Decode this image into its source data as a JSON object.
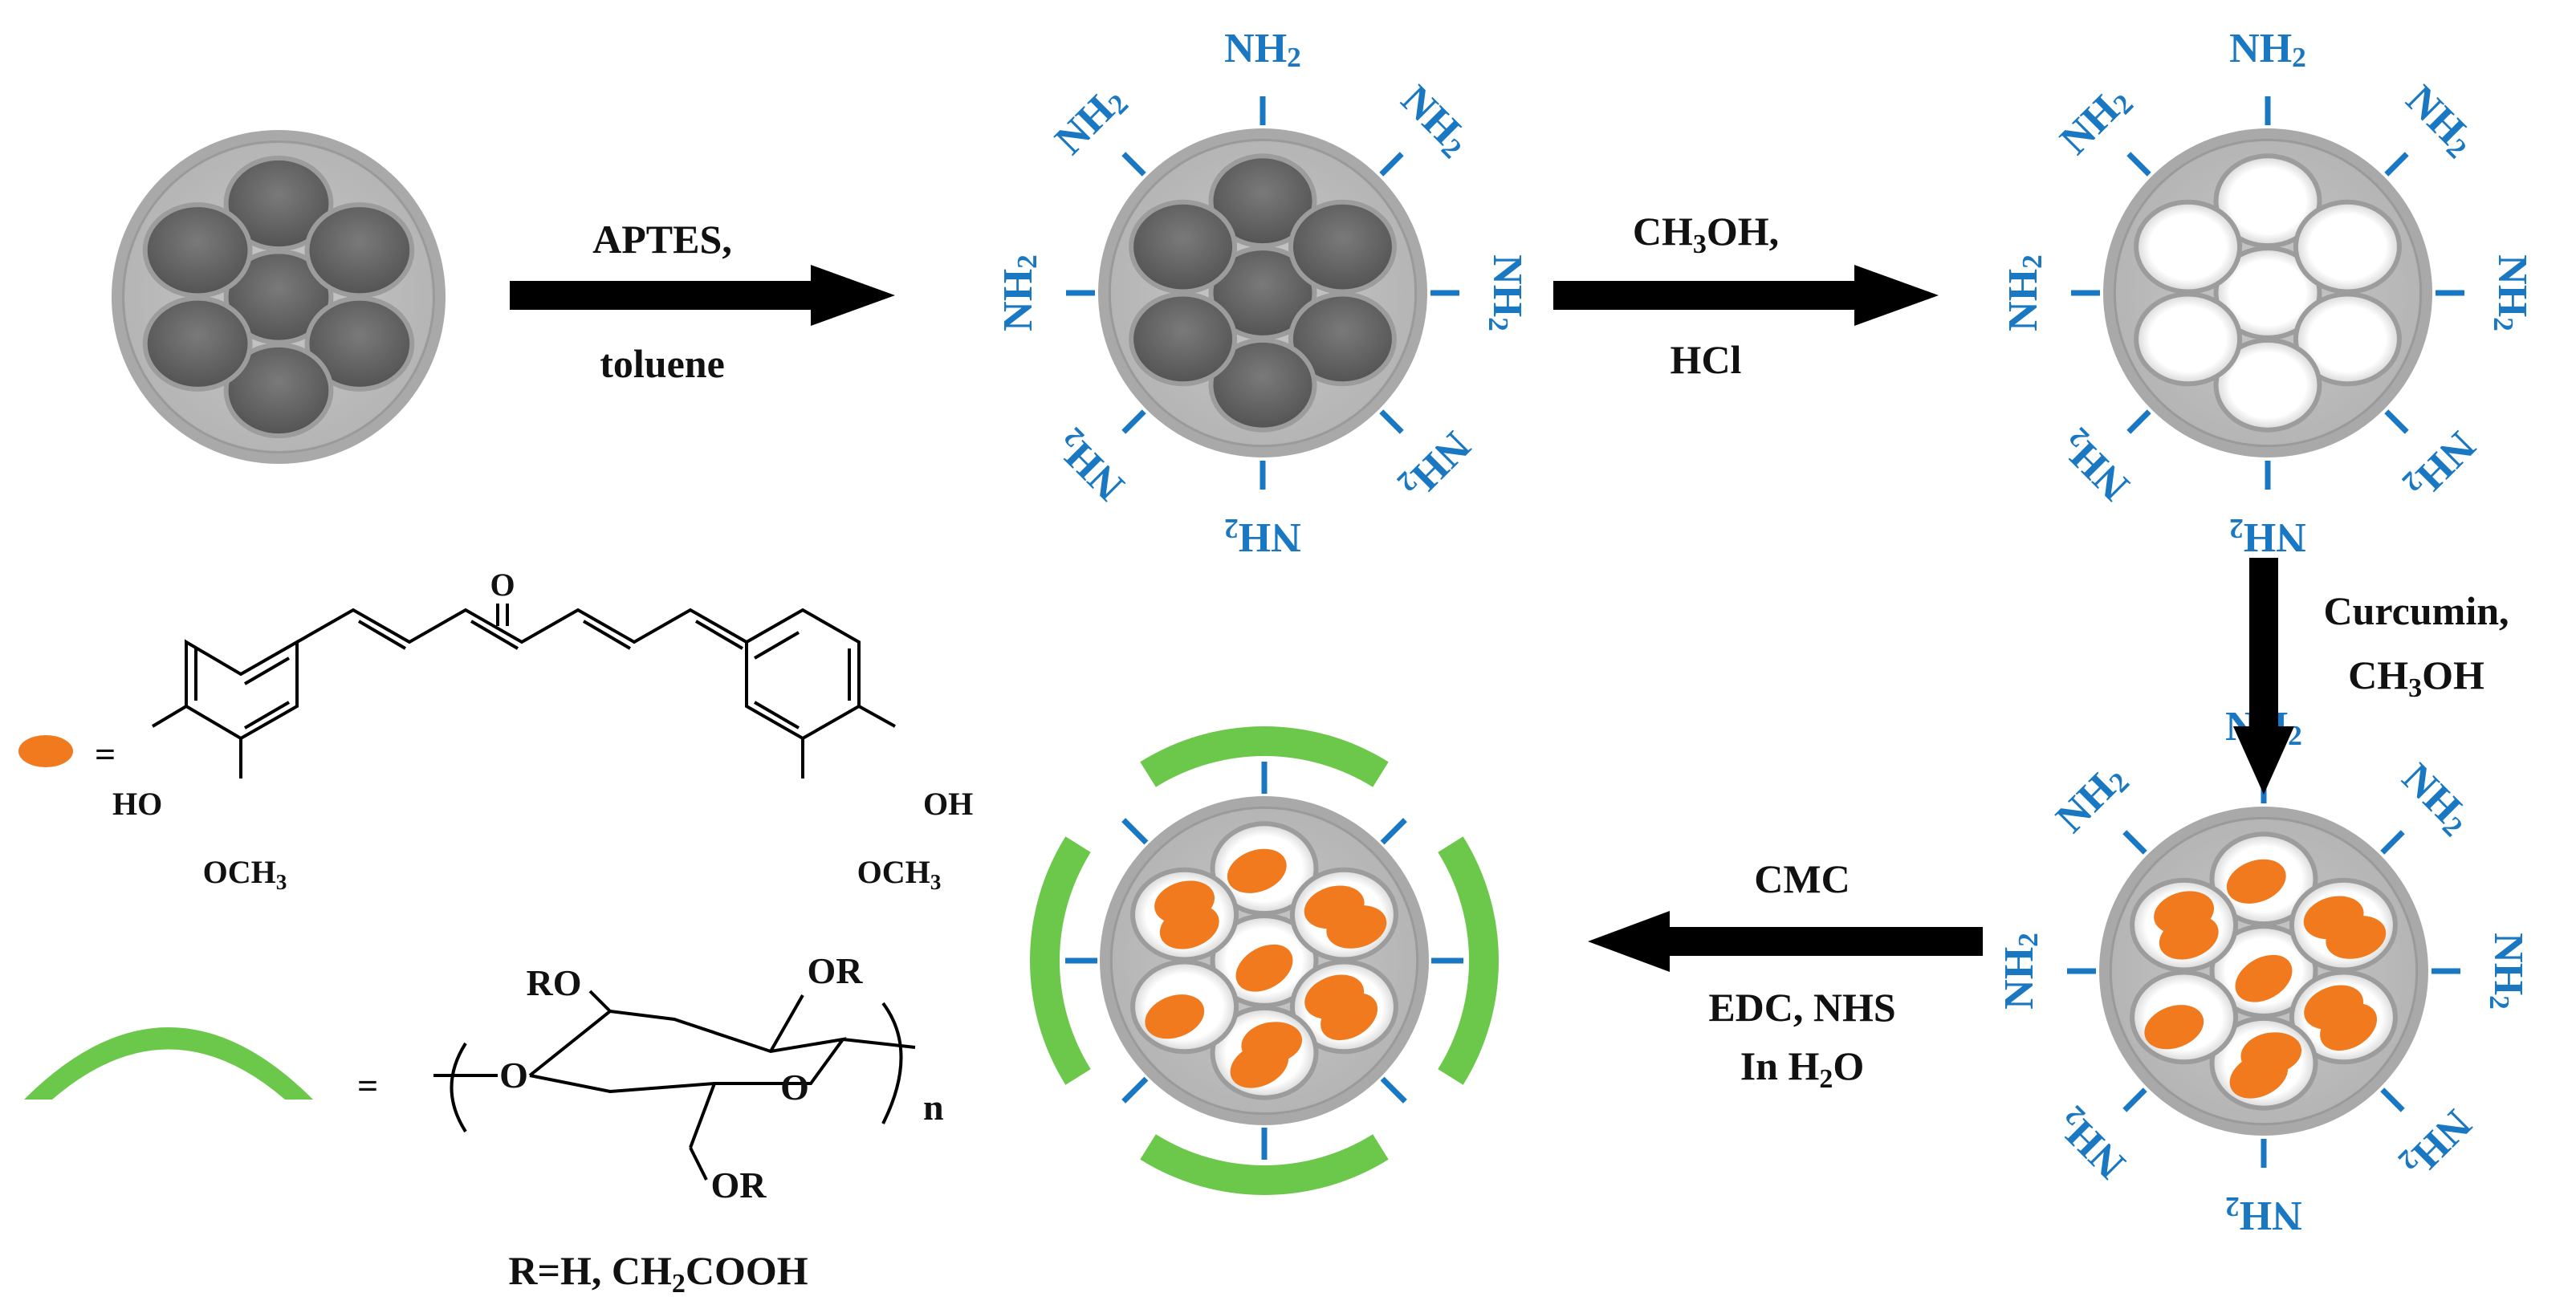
{
  "colors": {
    "particle_rim": "#a9a9a9",
    "particle_body": "#bfbfbf",
    "pore_filled": "#6e6e6e",
    "pore_empty": "#ffffff",
    "amine": "#1a78c2",
    "drug": "#f07a1d",
    "polymer": "#6cc84a",
    "arrow": "#000000"
  },
  "steps": {
    "step1": {
      "line1": "APTES,",
      "line2": "toluene"
    },
    "step2": {
      "line1_main": "CH",
      "line1_sub": "3",
      "line1_rest": "OH,",
      "line2": "HCl"
    },
    "step3": {
      "line1": "Curcumin,",
      "line2_main": "CH",
      "line2_sub": "3",
      "line2_rest": "OH"
    },
    "step4": {
      "line1": "CMC",
      "line2": "EDC, NHS",
      "line3_main": "In H",
      "line3_sub": "2",
      "line3_rest": "O"
    }
  },
  "amine_label": {
    "main": "NH",
    "sub": "2"
  },
  "legend": {
    "equals": "=",
    "curcumin": {
      "carbonyl_o": "O",
      "ho": "HO",
      "oh": "OH",
      "och3_main": "OCH",
      "och3_sub": "3"
    },
    "cmc": {
      "ro": "RO",
      "or_top": "OR",
      "or_bottom": "OR",
      "ring_o": "O",
      "left_o": "O",
      "n": "n",
      "r_def_main": "R=H, CH",
      "r_def_sub": "2",
      "r_def_rest": "COOH"
    }
  }
}
